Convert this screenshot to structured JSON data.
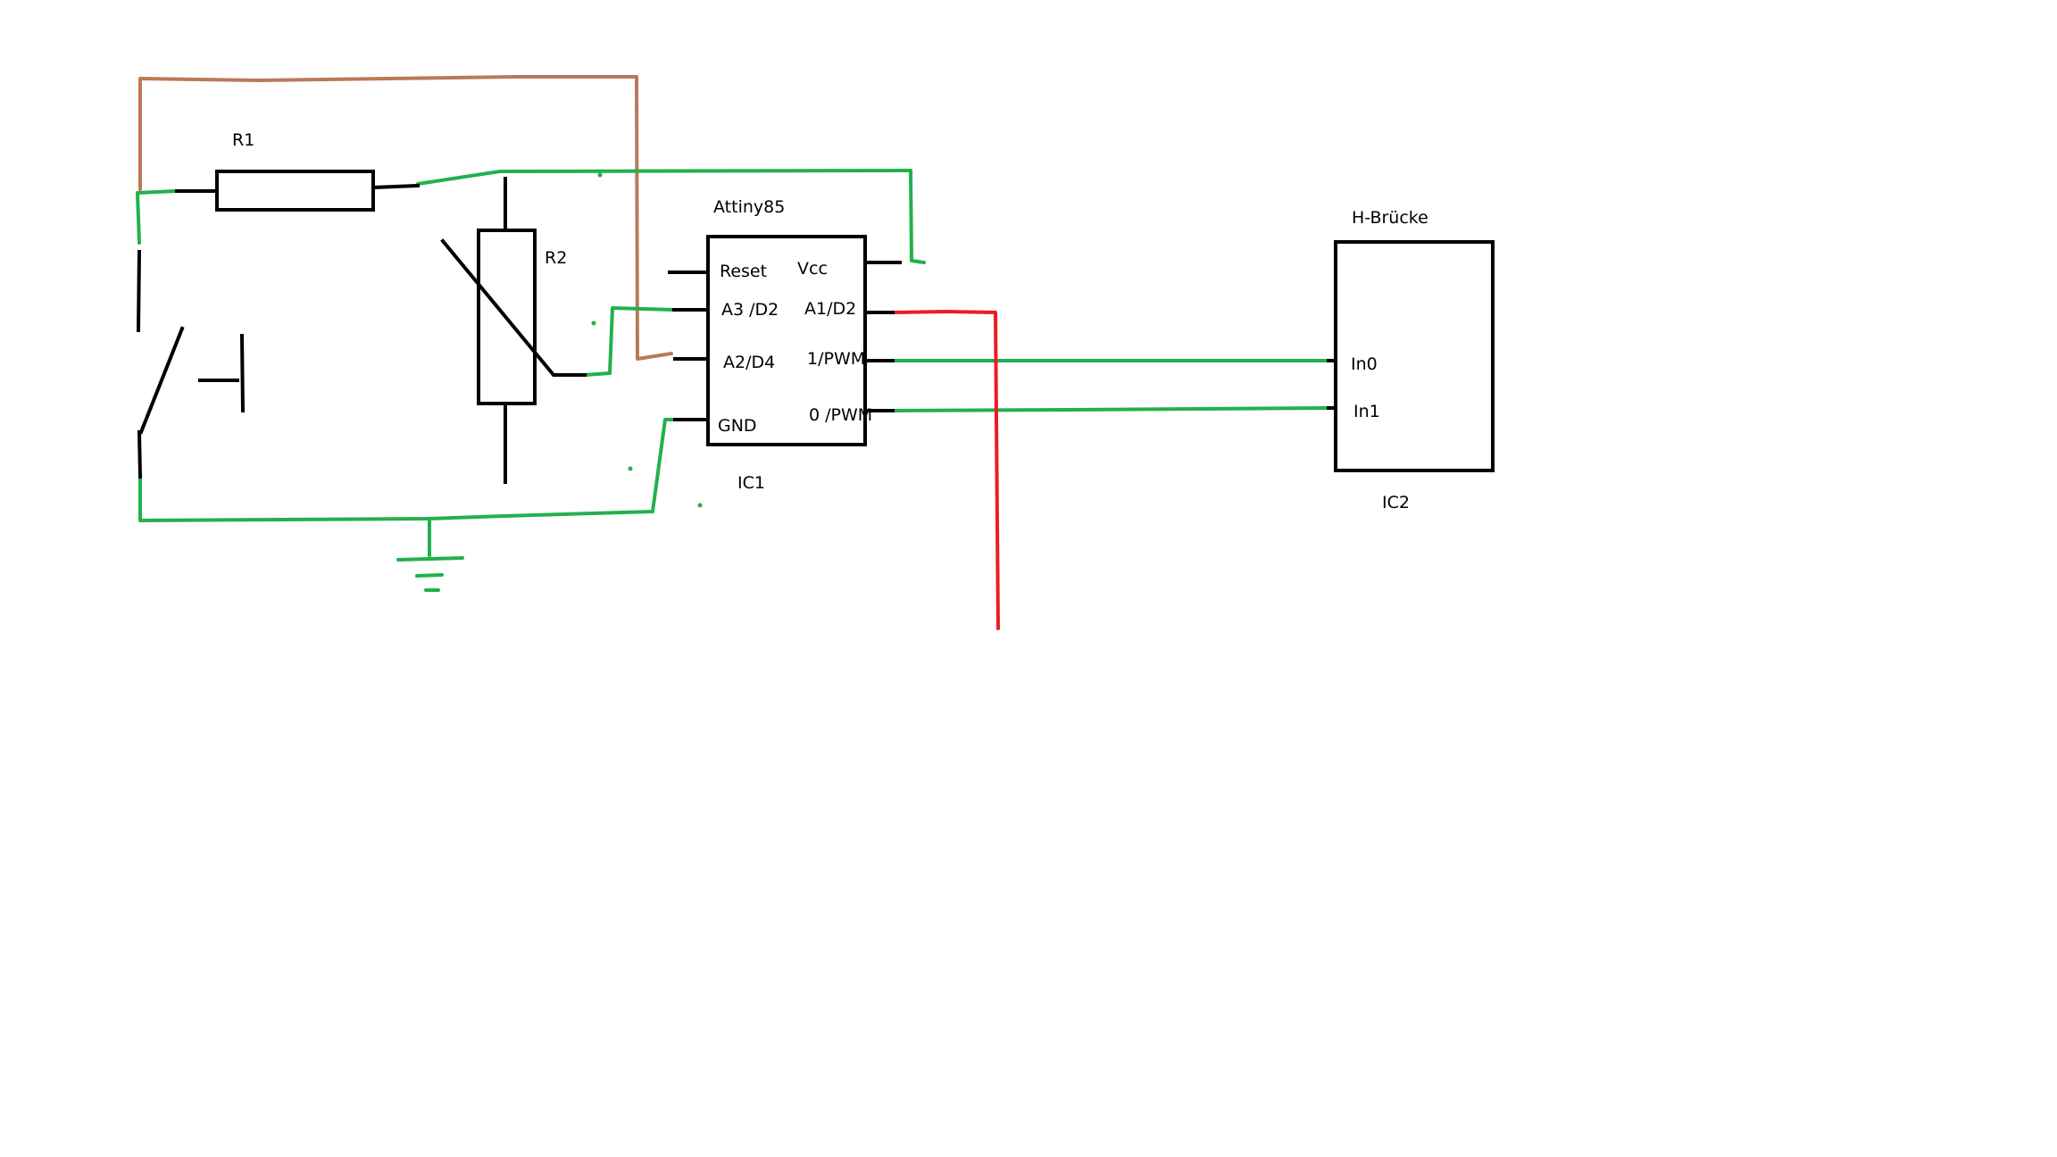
{
  "diagram": {
    "components": {
      "r1": {
        "label": "R1"
      },
      "r2": {
        "label": "R2"
      },
      "ic1": {
        "title": "Attiny85",
        "designator": "IC1",
        "pins": {
          "reset": "Reset",
          "vcc": "Vcc",
          "a3": "A3 /D2",
          "a1": "A1/D2",
          "a2": "A2/D4",
          "pwm1": "1/PWM",
          "gnd": "GND",
          "pwm0": "0 /PWM"
        }
      },
      "ic2": {
        "title": "H-Brücke",
        "designator": "IC2",
        "pins": {
          "in0": "In0",
          "in1": "In1"
        }
      }
    },
    "colors": {
      "component": "#000000",
      "wire_green": "#22b14c",
      "wire_brown": "#b97a57",
      "wire_red": "#ed1c24"
    }
  }
}
